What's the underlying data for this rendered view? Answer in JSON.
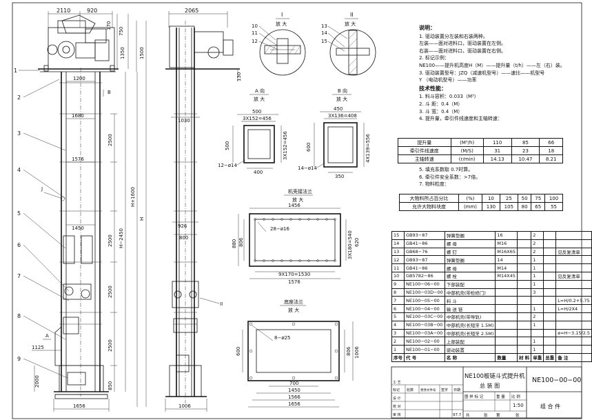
{
  "views": {
    "front": {
      "dims_top": [
        "2110",
        "920"
      ],
      "dims_left": [
        "2",
        "3",
        "4",
        "5",
        "6",
        "7",
        "8",
        "9"
      ],
      "dims_right_upper": [
        "170",
        "750",
        "1350",
        "1500"
      ],
      "dim_1200": "1200",
      "label_b": "B",
      "label_1": "1",
      "dim_1680": "1680",
      "dim_2500_1": "2500",
      "dim_1576": "1576",
      "label_j": "J",
      "dim_h2450": "H−2450",
      "dim_h1600": "H+1600",
      "dim_h": "H",
      "dim_1450": "1450",
      "dim_2500_2": "2500",
      "dim_2500_3": "2500",
      "dim_1125": "1125",
      "label_a": "A",
      "dim_2500_4": "2500",
      "dim_2000": "2000",
      "dim_850": "850",
      "dim_1656": "1656"
    },
    "side": {
      "dim_2065": "2065",
      "dim_130": "130",
      "dim_1030": "1030",
      "dim_926": "926",
      "dim_800": "800",
      "label_ii": "II",
      "dim_1006": "1006"
    },
    "detail_i": {
      "title": "I",
      "scale": "放 大",
      "labels": [
        "10",
        "11",
        "12"
      ]
    },
    "detail_ii": {
      "title": "II",
      "scale": "放 大",
      "labels": [
        "13",
        "14",
        "15"
      ]
    },
    "section_a": {
      "title": "A 向",
      "scale": "放 大",
      "dims": [
        "500",
        "3X152=456",
        "500",
        "3X152=456",
        "400",
        "12−ø14"
      ]
    },
    "section_b": {
      "title": "B 向",
      "scale": "放 大",
      "dims": [
        "450",
        "3X136=408",
        "600",
        "4X139=556",
        "350",
        "14−ø14"
      ]
    },
    "flange_top": {
      "title": "机壳接法兰",
      "scale": "放 大",
      "dims": [
        "1456",
        "28−ø16",
        "880",
        "806",
        "3X180=540",
        "620",
        "9X170=1530",
        "1576"
      ]
    },
    "flange_bottom": {
      "title": "底座法兰",
      "scale": "放 大",
      "dims": [
        "8−ø25",
        "600",
        "806",
        "1006",
        "700",
        "1450",
        "1566",
        "1656"
      ]
    }
  },
  "notes": {
    "heading": "说明：",
    "lines": [
      "1. 驱动装置分左装和右装两种。",
      "   左装——面对进料口，驱动装置在左侧。",
      "   右装——面对进料口，驱动装置在右侧。",
      "2. 标记示例：",
      "   NE100——提升机高度H（M）——提升量（t/h）——左（右）装。",
      "3. 驱动装置型号：JZQ（减速机型号）——速比——机型号",
      "               Y  （电动机型号）——功率"
    ],
    "tech_heading": "技术性能：",
    "tech": [
      "1. 料斗容积：0.033（M³）",
      "2. 斗   距：0.4（M）",
      "3. 斗   宽：0.4（M）",
      "4. 提升量，牵引件线速度和主轴转速："
    ],
    "tech2": [
      "5. 填充系数取 0.7时算。",
      "6. 牵引件安全系数：>7倍。",
      "7. 物料粒度："
    ]
  },
  "perf_table": {
    "rows": [
      [
        "提升量",
        "(M³/h)",
        "110",
        "85",
        "66"
      ],
      [
        "牵引件线速度",
        "(M/S)",
        "31",
        "23",
        "18"
      ],
      [
        "主轴转速",
        "(r/min)",
        "14.13",
        "10.47",
        "8.21"
      ]
    ]
  },
  "grain_table": {
    "rows": [
      [
        "大物料所占百分比",
        "(%)",
        "10",
        "25",
        "50",
        "75",
        "100"
      ],
      [
        "允许大物料块度",
        "(mm)",
        "130",
        "105",
        "80",
        "65",
        "55"
      ]
    ]
  },
  "bom": {
    "rows": [
      [
        "15",
        "GB93−87",
        "弹簧垫圈",
        "16",
        "",
        "2",
        "",
        ""
      ],
      [
        "14",
        "GB41−86",
        "螺  母",
        "M16",
        "",
        "2",
        "",
        ""
      ],
      [
        "13",
        "GB68−76",
        "螺  钉",
        "M16X65",
        "",
        "2",
        "",
        "见反复清单"
      ],
      [
        "12",
        "GB93−87",
        "弹簧垫圈",
        "14",
        "",
        "1",
        "",
        ""
      ],
      [
        "11",
        "GB41−86",
        "螺  母",
        "M14",
        "",
        "1",
        "",
        ""
      ],
      [
        "10",
        "GB5782−86",
        "螺  栓",
        "M14X45",
        "",
        "1",
        "",
        "见反复清单"
      ],
      [
        "9",
        "NE100−06−00",
        "下部装配",
        "",
        "",
        "1",
        "",
        ""
      ],
      [
        "8",
        "NE100−03D−00",
        "中部机壳(带检修门)",
        "",
        "",
        "3",
        "",
        ""
      ],
      [
        "7",
        "NE100−05−00",
        "料  斗",
        "",
        "",
        "",
        "",
        "L=H/0.2+5.75"
      ],
      [
        "6",
        "NE100−04−00",
        "输 送 链",
        "",
        "",
        "1",
        "",
        "L=H/2X4"
      ],
      [
        "5",
        "NE100−03C−00",
        "中部机壳(带导轨)",
        "",
        "",
        "2",
        "",
        ""
      ],
      [
        "4",
        "NE100−03B−00",
        "中部机壳(长短牙 1.5M)",
        "",
        "",
        "1",
        "",
        ""
      ],
      [
        "3",
        "NE100−03A−00",
        "中部机壳(长短牙 2.5M)",
        "",
        "",
        "",
        "",
        "ø=H−3.15/2.5"
      ],
      [
        "2",
        "NE100−02−00",
        "上部装配",
        "",
        "",
        "1",
        "",
        ""
      ],
      [
        "1",
        "NE100−01−00",
        "驱动装置",
        "",
        "",
        "1",
        "",
        ""
      ]
    ],
    "header": [
      "序号",
      "代  号",
      "名  称",
      "数量",
      "材  料",
      "单重",
      "总重",
      "备  注"
    ]
  },
  "title_block": {
    "name_line1": "NE100板链斗式提升机",
    "name_line2": "总 装 图",
    "drawing_no": "NE100−00−00",
    "scale": "1:50",
    "assembly": "组 合 件",
    "labels": [
      "标记",
      "处数",
      "更改文件号",
      "签字",
      "日期"
    ],
    "roles": [
      "设 计",
      "校 对",
      "审 核",
      "工 艺"
    ],
    "cols": [
      "图  样  标  记",
      "重  量",
      "比  例"
    ],
    "sheet": [
      "共",
      "张",
      "第",
      "张"
    ],
    "date": "97.7"
  }
}
